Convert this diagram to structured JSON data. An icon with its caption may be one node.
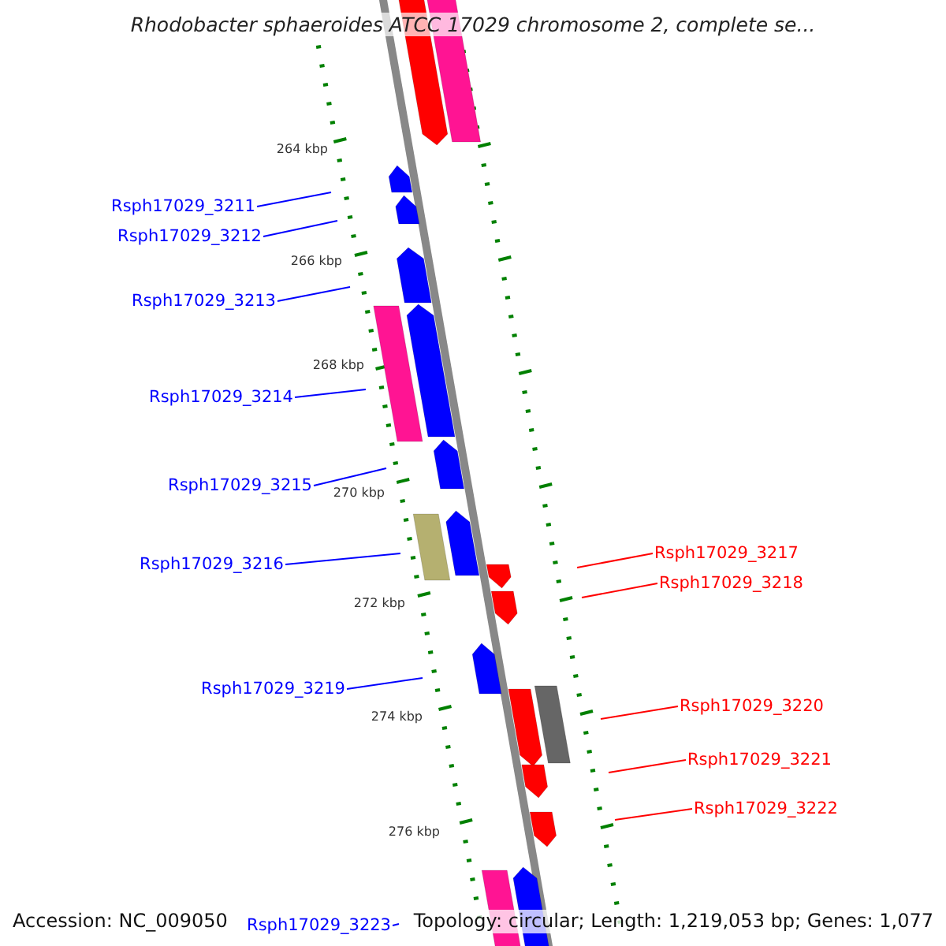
{
  "diagram": {
    "title": "Rhodobacter sphaeroides ATCC 17029 chromosome 2, complete se...",
    "nodes": [
      {
        "text": [
          "Rsph17029_3211"
        ]
      },
      {
        "text": [
          "Rsph17029_3212"
        ]
      },
      {
        "text": [
          "Rsph17029_3213"
        ]
      },
      {
        "text": [
          "Rsph17029_3214"
        ]
      },
      {
        "text": [
          "Rsph17029_3215"
        ]
      },
      {
        "text": [
          "Rsph17029_3216"
        ]
      },
      {
        "text": [
          "Rsph17029_3217"
        ]
      },
      {
        "text": [
          "Rsph17029_3218"
        ]
      },
      {
        "text": [
          "Rsph17029_3219"
        ]
      },
      {
        "text": [
          "Rsph17029_3220"
        ]
      },
      {
        "text": [
          "Rsph17029_3221"
        ]
      },
      {
        "text": [
          "Rsph17029_3222"
        ]
      },
      {
        "text": [
          "Rsph17029_3223"
        ]
      }
    ],
    "edges": [
      {
        "from": 0,
        "to": null,
        "arrow": "none"
      },
      {
        "from": 1,
        "to": null,
        "arrow": "none"
      },
      {
        "from": 2,
        "to": null,
        "arrow": "none"
      },
      {
        "from": 3,
        "to": null,
        "arrow": "none"
      },
      {
        "from": 4,
        "to": null,
        "arrow": "none"
      },
      {
        "from": 5,
        "to": null,
        "arrow": "none"
      },
      {
        "from": 6,
        "to": null,
        "arrow": "none",
        "color": "#ff0000"
      },
      {
        "from": 7,
        "to": null,
        "arrow": "none",
        "color": "#ff0000"
      },
      {
        "from": 8,
        "to": null,
        "arrow": "none"
      },
      {
        "from": 9,
        "to": null,
        "arrow": "none",
        "color": "#ff0000"
      },
      {
        "from": 10,
        "to": null,
        "arrow": "none",
        "color": "#ff0000"
      },
      {
        "from": 11,
        "to": null,
        "arrow": "none",
        "color": "#ff0000"
      },
      {
        "from": 12,
        "to": null,
        "arrow": "none"
      }
    ],
    "labels": [
      "264 kbp",
      "266 kbp",
      "268 kbp",
      "270 kbp",
      "272 kbp",
      "274 kbp",
      "276 kbp",
      "Accession: NC_009050",
      "Topology: circular; Length: 1,219,053 bp; Genes: 1,077"
    ]
  }
}
